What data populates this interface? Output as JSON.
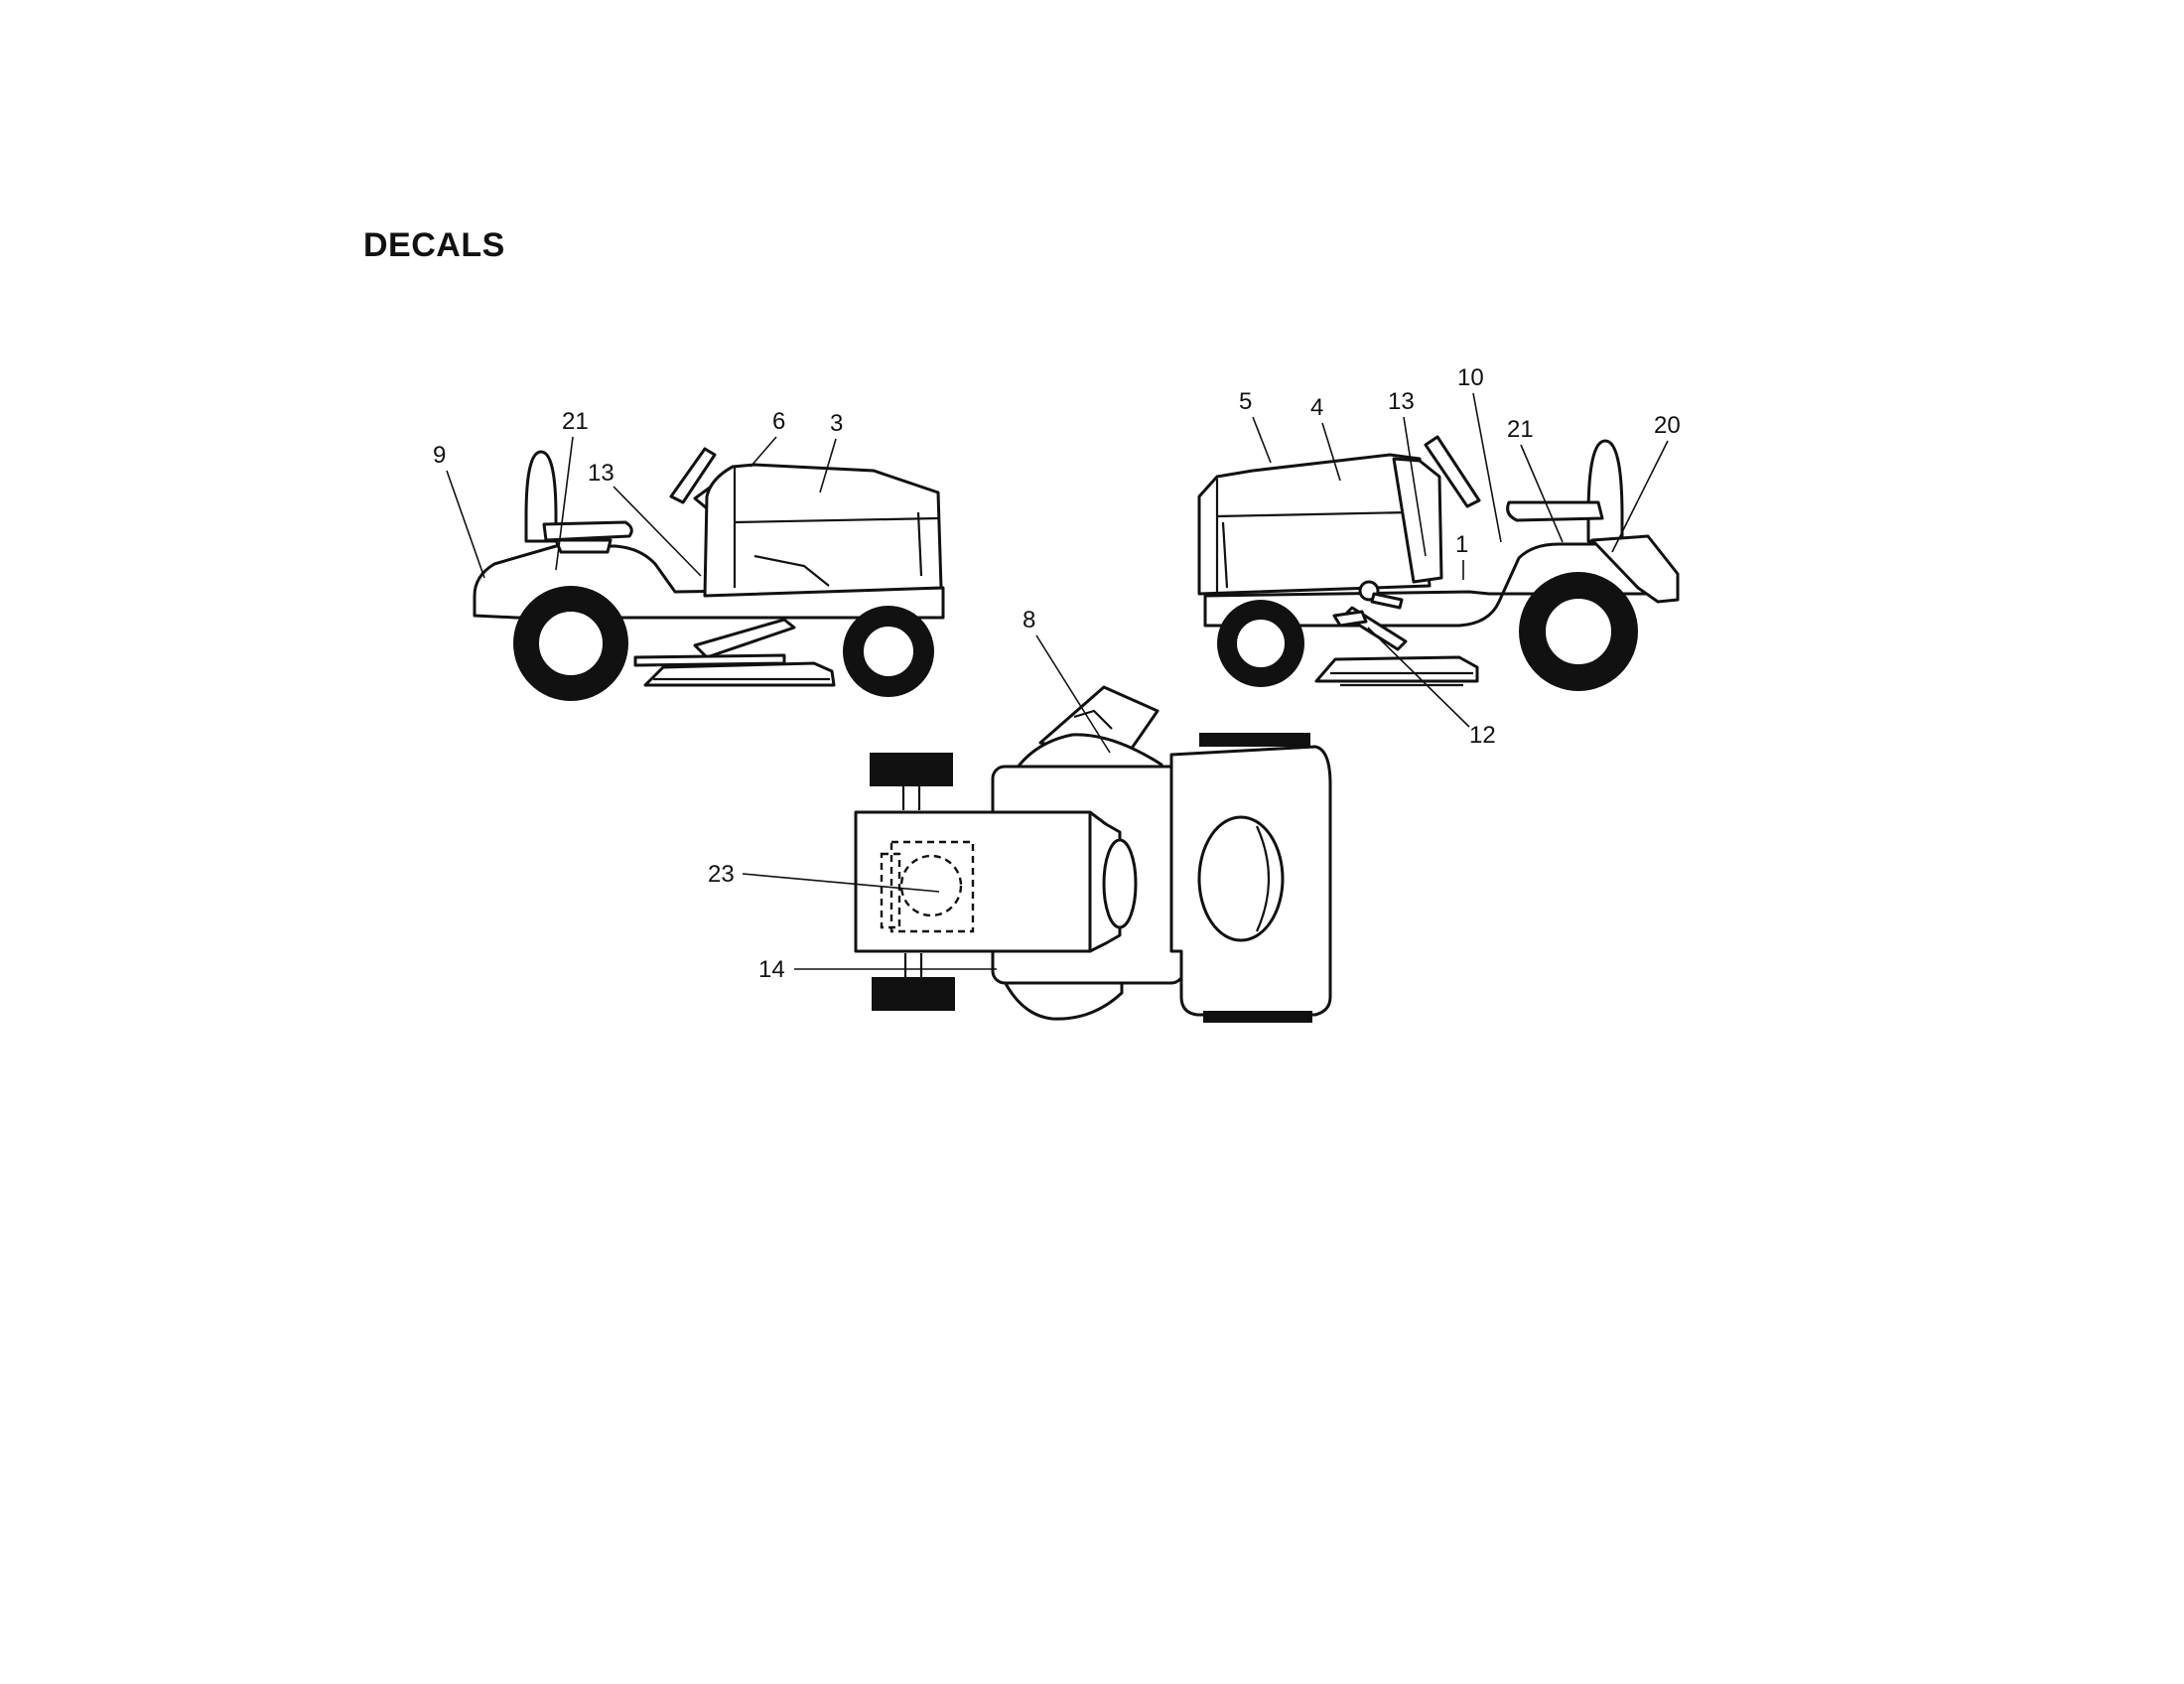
{
  "page": {
    "title": "DECALS"
  },
  "callouts": {
    "left_view": [
      "9",
      "21",
      "13",
      "6",
      "3"
    ],
    "right_view": [
      "5",
      "4",
      "13",
      "10",
      "21",
      "20",
      "1",
      "12"
    ],
    "top_view": [
      "8",
      "23",
      "14"
    ]
  },
  "colors": {
    "ink": "#111111",
    "paper": "#ffffff"
  }
}
